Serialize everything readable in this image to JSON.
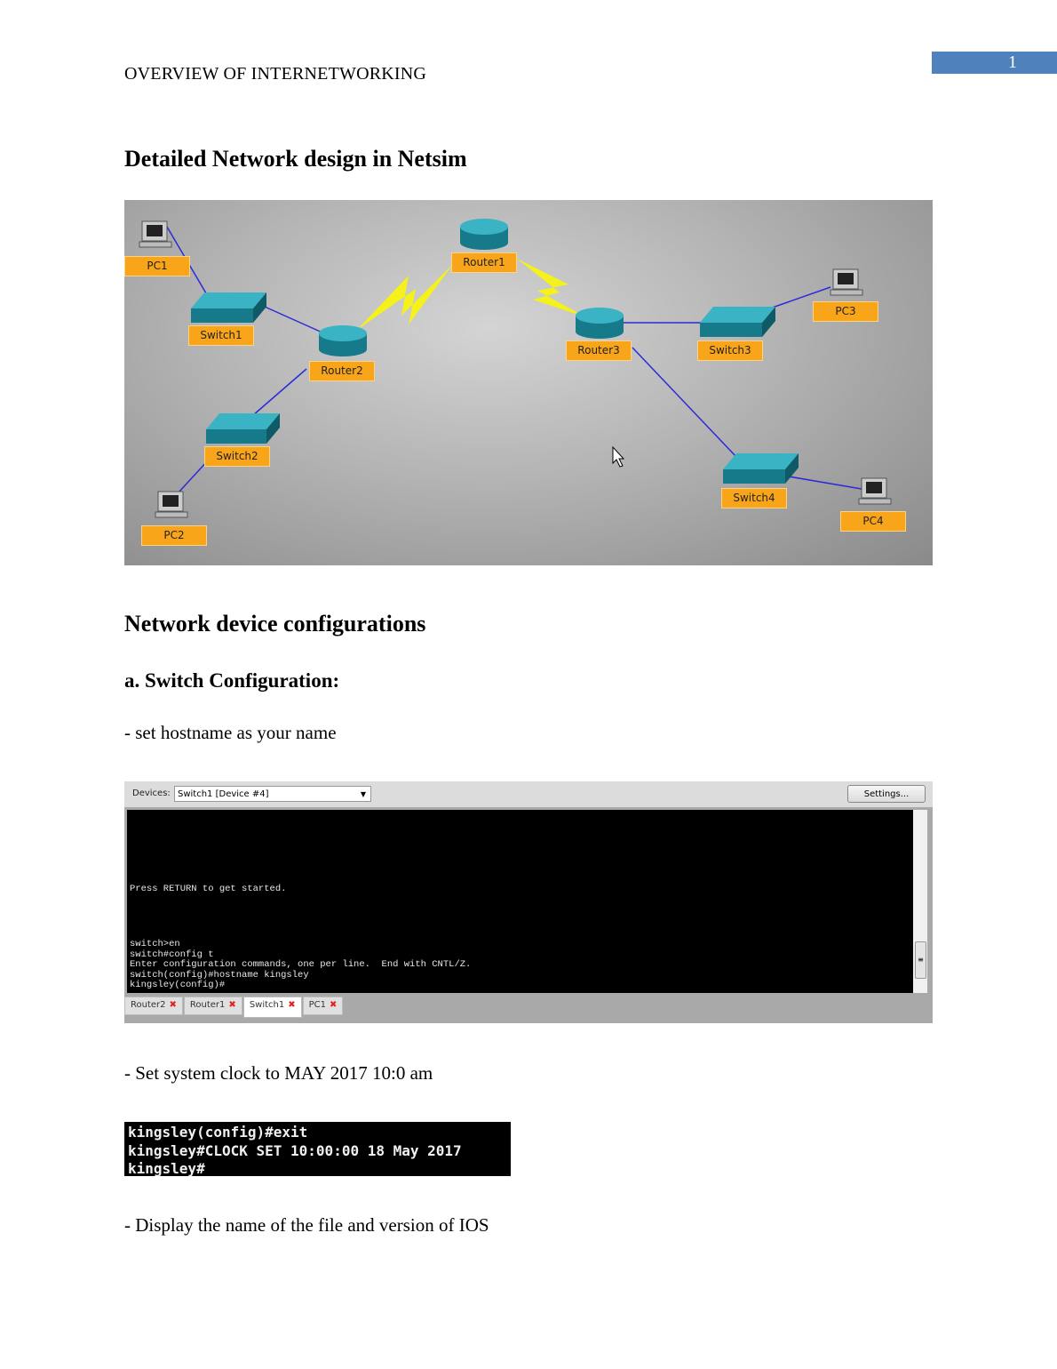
{
  "header": {
    "running_title": "OVERVIEW OF INTERNETWORKING",
    "page_number": "1"
  },
  "section1": {
    "title": "Detailed Network design in Netsim"
  },
  "diagram": {
    "devices": [
      "PC1",
      "Switch1",
      "Router2",
      "Router1",
      "Router3",
      "Switch3",
      "PC3",
      "Switch2",
      "PC2",
      "Switch4",
      "PC4"
    ]
  },
  "section2": {
    "title": "Network device configurations",
    "subtitle": "a. Switch Configuration:",
    "step1": "- set hostname as your name",
    "step2": "- Set system clock to MAY 2017 10:0 am",
    "step3": "- Display the name of the file and version of IOS"
  },
  "terminal": {
    "devices_label": "Devices:",
    "selected_device": "Switch1 [Device #4]",
    "settings_label": "Settings...",
    "lines": [
      "Press RETURN to get started.",
      "switch>en",
      "switch#config t",
      "Enter configuration commands, one per line.  End with CNTL/Z.",
      "switch(config)#hostname kingsley",
      "kingsley(config)#"
    ],
    "tabs": [
      "Router2",
      "Router1",
      "Switch1",
      "PC1"
    ],
    "active_tab": "Switch1"
  },
  "clock_terminal": {
    "lines": [
      "kingsley(config)#exit",
      "kingsley#CLOCK SET 10:00:00 18 May 2017",
      "kingsley#"
    ]
  }
}
